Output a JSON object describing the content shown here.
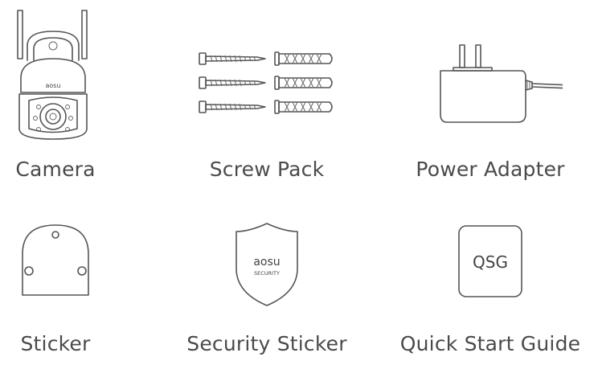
{
  "items": {
    "camera": {
      "label": "Camera",
      "brand": "aosu"
    },
    "screw_pack": {
      "label": "Screw Pack"
    },
    "power_adapter": {
      "label": "Power Adapter"
    },
    "sticker": {
      "label": "Sticker"
    },
    "security_sticker": {
      "label": "Security Sticker",
      "brand": "aosu",
      "badge_text": "SECURITY"
    },
    "quick_start_guide": {
      "label": "Quick Start Guide",
      "box_text": "QSG"
    }
  },
  "colors": {
    "line": "#555555",
    "text": "#4a4a4a",
    "background": "#ffffff"
  }
}
